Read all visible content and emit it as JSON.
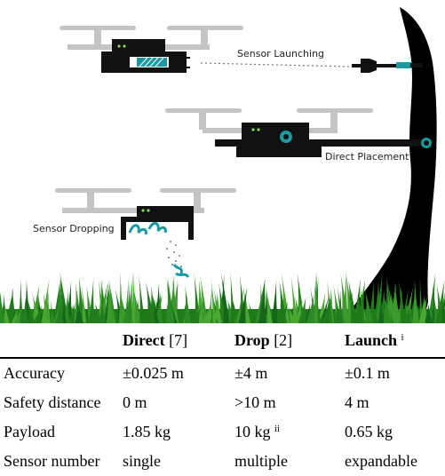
{
  "labels": {
    "launching": "Sensor Launching",
    "placement": "Direct Placement",
    "dropping": "Sensor Dropping"
  },
  "table": {
    "headers": [
      {
        "name": "Direct",
        "ref": "[7]",
        "sup": ""
      },
      {
        "name": "Drop",
        "ref": "[2]",
        "sup": ""
      },
      {
        "name": "Launch",
        "ref": "",
        "sup": "i"
      }
    ],
    "rows": [
      {
        "label": "Accuracy",
        "direct": "±0.025 m",
        "drop": "±4 m",
        "drop_sup": "",
        "launch": "±0.1 m"
      },
      {
        "label": "Safety distance",
        "direct": "0 m",
        "drop": ">10 m",
        "drop_sup": "",
        "launch": "4 m"
      },
      {
        "label": "Payload",
        "direct": "1.85 kg",
        "drop": "10 kg",
        "drop_sup": "ii",
        "launch": "0.65 kg"
      },
      {
        "label": "Sensor number",
        "direct": "single",
        "drop": "multiple",
        "drop_sup": "",
        "launch": "expandable"
      }
    ]
  },
  "colors": {
    "accent": "#1a9aa0",
    "drone_body": "#111111",
    "rotor": "#c2c4c6",
    "grass": "#2a8a24",
    "tree": "#000000"
  }
}
